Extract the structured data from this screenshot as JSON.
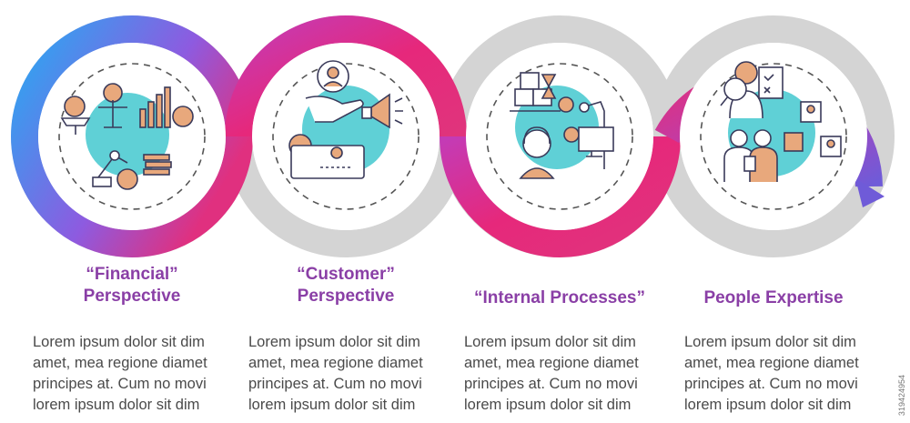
{
  "steps": [
    {
      "title_line1": "“Financial”",
      "title_line2": "Perspective",
      "body": "Lorem ipsum dolor sit dim amet, mea regione diamet principes at. Cum no movi lorem ipsum dolor sit dim",
      "icon": "financial-perspective-icon"
    },
    {
      "title_line1": "“Customer”",
      "title_line2": "Perspective",
      "body": "Lorem ipsum dolor sit dim amet, mea regione diamet principes at. Cum no movi lorem ipsum dolor sit dim",
      "icon": "customer-perspective-icon"
    },
    {
      "title_line1": "“Internal Processes”",
      "title_line2": "",
      "body": "Lorem ipsum dolor sit dim amet, mea regione diamet principes at. Cum no movi lorem ipsum dolor sit dim",
      "icon": "internal-processes-icon"
    },
    {
      "title_line1": "People Expertise",
      "title_line2": "",
      "body": "Lorem ipsum dolor sit dim amet, mea regione diamet principes at. Cum no movi lorem ipsum dolor sit dim",
      "icon": "people-expertise-icon"
    }
  ],
  "watermark": "319424954",
  "colors": {
    "title": "#8a3fa6",
    "body_text": "#4a4a4a",
    "ring_gray": "#d4d4d4",
    "accent_cyan": "#5fd0d6",
    "gradient_blue": "#2aa8f2",
    "gradient_magenta": "#e6287b",
    "gradient_purple": "#7a55d8"
  }
}
